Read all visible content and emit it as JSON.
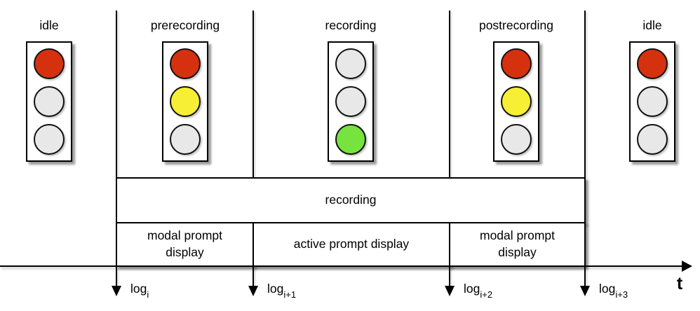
{
  "diagram": {
    "title_context": "recording state timeline",
    "states": [
      {
        "label": "idle",
        "lights": [
          "red",
          "off",
          "off"
        ]
      },
      {
        "label": "prerecording",
        "lights": [
          "red",
          "yellow",
          "off"
        ]
      },
      {
        "label": "recording",
        "lights": [
          "off",
          "off",
          "green"
        ]
      },
      {
        "label": "postrecording",
        "lights": [
          "red",
          "yellow",
          "off"
        ]
      },
      {
        "label": "idle",
        "lights": [
          "red",
          "off",
          "off"
        ]
      }
    ],
    "bars": {
      "recording_label": "recording",
      "prompt_cells": [
        {
          "label": "modal prompt display"
        },
        {
          "label": "active prompt display"
        },
        {
          "label": "modal prompt display"
        }
      ]
    },
    "axis": {
      "t_label": "t",
      "log_marks": [
        {
          "base": "log",
          "sub": "i"
        },
        {
          "base": "log",
          "sub": "i+1"
        },
        {
          "base": "log",
          "sub": "i+2"
        },
        {
          "base": "log",
          "sub": "i+3"
        }
      ]
    },
    "colors": {
      "red": "#d5310e",
      "yellow": "#f6ef33",
      "green": "#76e33e",
      "off": "#e8e8e8"
    }
  }
}
